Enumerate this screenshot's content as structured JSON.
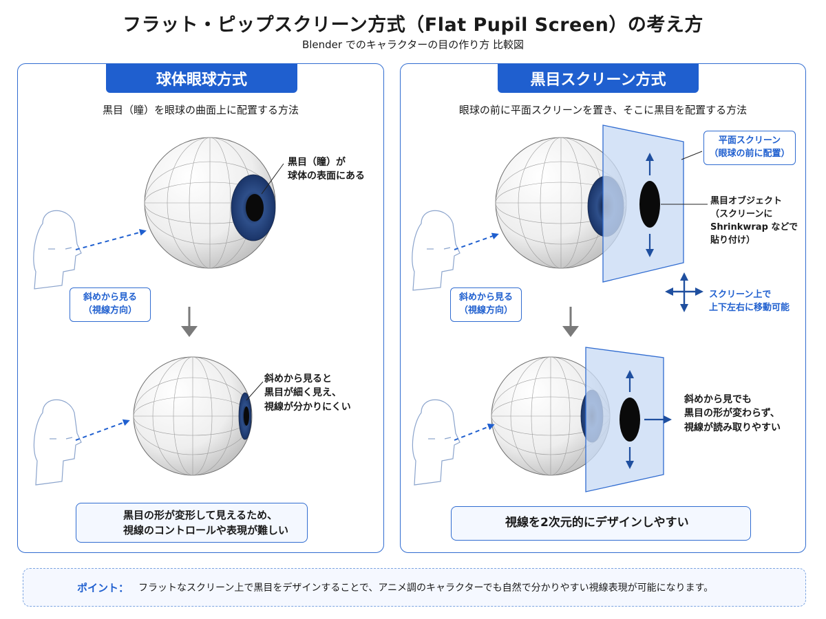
{
  "header": {
    "title": "フラット・ピップスクリーン方式（Flat Pupil Screen）の考え方",
    "subtitle": "Blender でのキャラクターの目の作り方 比較図"
  },
  "left_panel": {
    "title": "球体眼球方式",
    "description": "黒目（瞳）を眼球の曲面上に配置する方法",
    "callout_top": [
      "黒目（瞳）が",
      "球体の表面にある"
    ],
    "view_tag": [
      "斜めから見る",
      "（視線方向）"
    ],
    "callout_bottom": [
      "斜めから見ると",
      "黒目が細く見え、",
      "視線が分かりにくい"
    ],
    "note": [
      "黒目の形が変形して見えるため、",
      "視線のコントロールや表現が難しい"
    ],
    "note_icon": "warning-icon"
  },
  "right_panel": {
    "title": "黒目スクリーン方式",
    "description": "眼球の前に平面スクリーンを置き、そこに黒目を配置する方法",
    "screen_tag": [
      "平面スクリーン",
      "（眼球の前に配置）"
    ],
    "pupil_callout": [
      "黒目オブジェクト",
      "（スクリーンに",
      "Shrinkwrap などで",
      "貼り付け）"
    ],
    "view_tag": [
      "斜めから見る",
      "（視線方向）"
    ],
    "move_callout": [
      "スクリーン上で",
      "上下左右に移動可能"
    ],
    "callout_bottom": [
      "斜めから見でも",
      "黒目の形が変わらず、",
      "視線が読み取りやすい"
    ],
    "note": "視線を2次元的にデザインしやすい",
    "note_icon": "star-icon"
  },
  "footer": {
    "label": "ポイント：",
    "text": "フラットなスクリーン上で黒目をデザインすることで、アニメ調のキャラクターでも自然で分かりやすい視線表現が可能になります。",
    "icon": "lightbulb-icon"
  },
  "colors": {
    "accent": "#1f5fcf",
    "border": "#2f6bd0",
    "iris": "#2e4f8a",
    "screen": "#c9dbf5"
  }
}
